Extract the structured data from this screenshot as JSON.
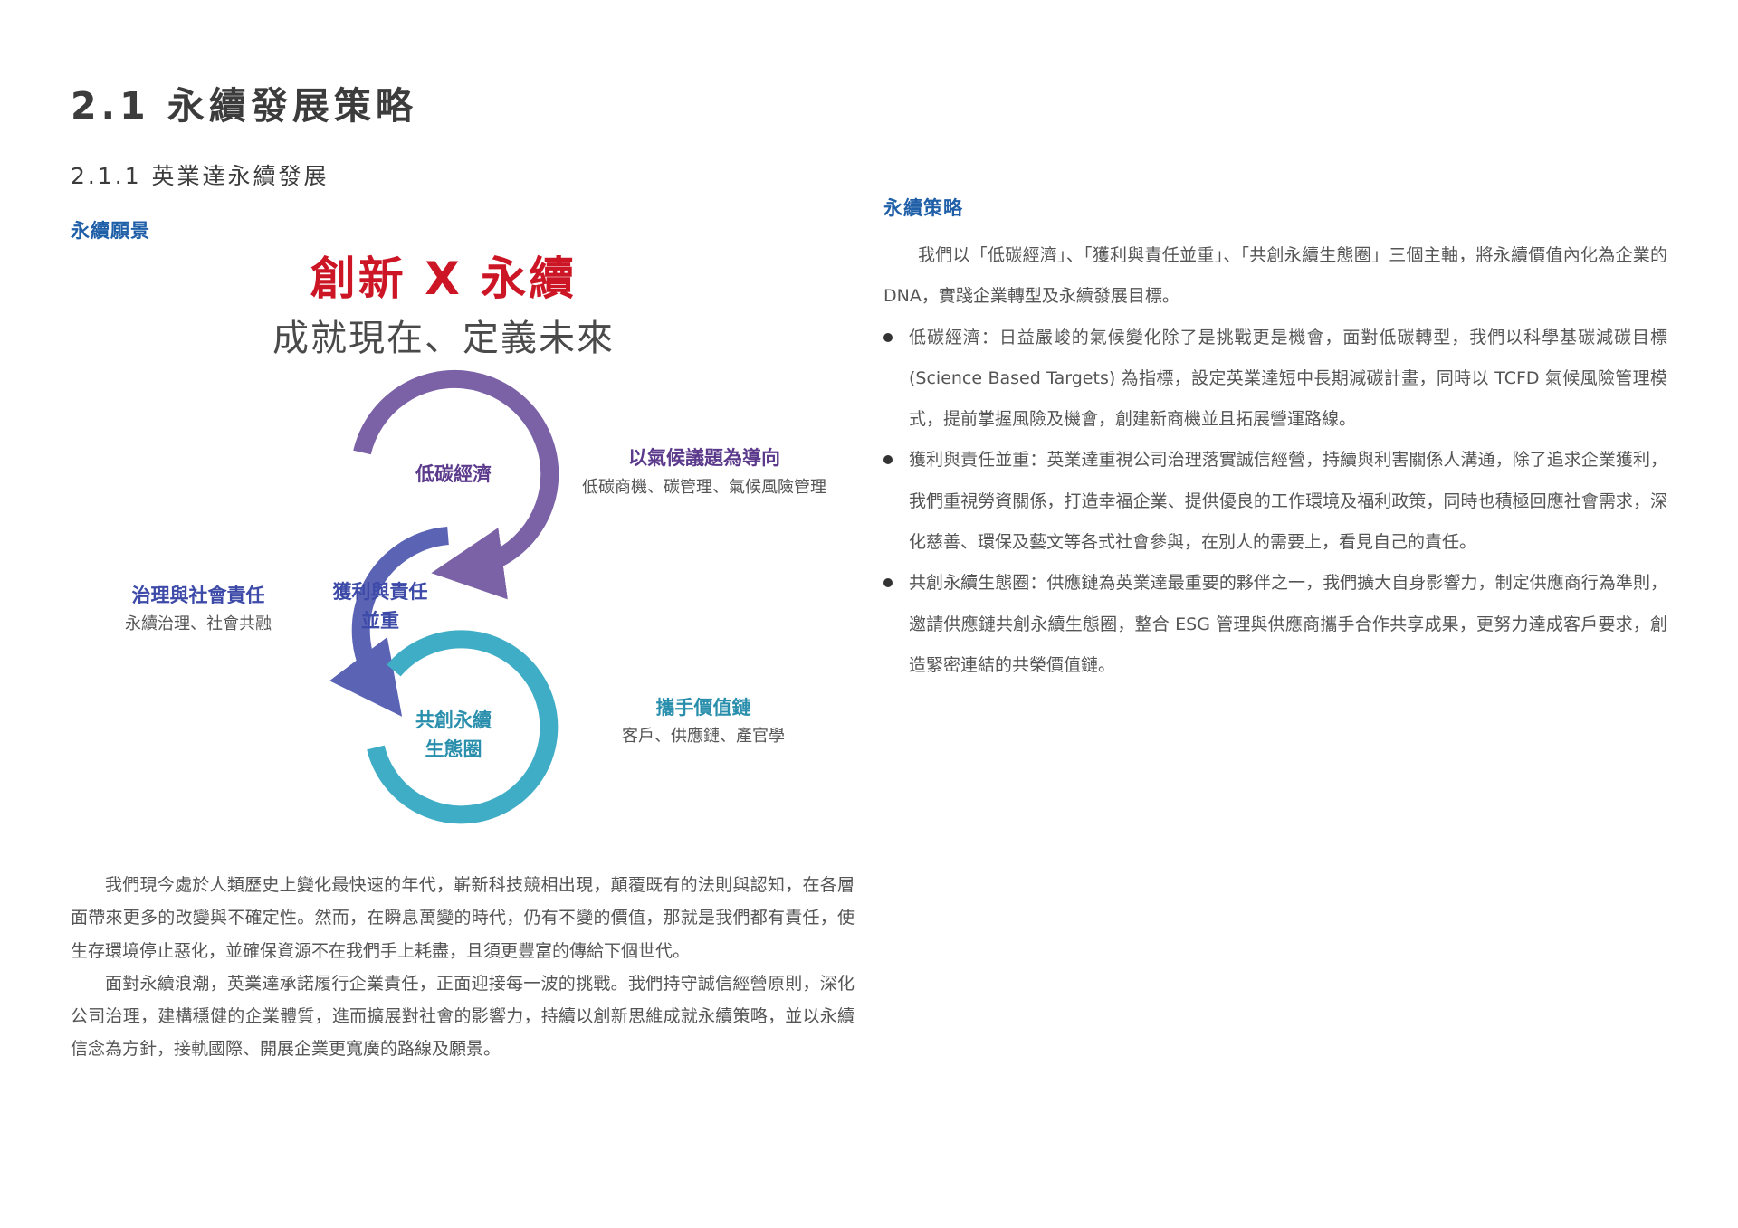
{
  "heading": "2.1 永續發展策略",
  "subheading": "2.1.1 英業達永續發展",
  "vision": {
    "label": "永續願景",
    "slogan_main": "創新 X 永續",
    "slogan_sub": "成就現在、定義未來"
  },
  "diagram": {
    "circle1": "低碳經濟",
    "circle2_line1": "獲利與責任",
    "circle2_line2": "並重",
    "circle3_line1": "共創永續",
    "circle3_line2": "生態圈",
    "note1_title": "以氣候議題為導向",
    "note1_desc": "低碳商機、碳管理、氣候風險管理",
    "note2_title": "治理與社會責任",
    "note2_desc": "永續治理、社會共融",
    "note3_title": "攜手價值鏈",
    "note3_desc": "客戶、供應鏈、產官學",
    "colors": {
      "purple": "#7b62a6",
      "blue": "#5b63b5",
      "teal": "#3fadc6"
    }
  },
  "left_paragraphs": [
    "我們現今處於人類歷史上變化最快速的年代，嶄新科技競相出現，顛覆既有的法則與認知，在各層面帶來更多的改變與不確定性。然而，在瞬息萬變的時代，仍有不變的價值，那就是我們都有責任，使生存環境停止惡化，並確保資源不在我們手上耗盡，且須更豐富的傳給下個世代。",
    "面對永續浪潮，英業達承諾履行企業責任，正面迎接每一波的挑戰。我們持守誠信經營原則，深化公司治理，建構穩健的企業體質，進而擴展對社會的影響力，持續以創新思維成就永續策略，並以永續信念為方針，接軌國際、開展企業更寬廣的路線及願景。"
  ],
  "strategy": {
    "label": "永續策略",
    "intro": "我們以「低碳經濟」、「獲利與責任並重」、「共創永續生態圈」三個主軸，將永續價值內化為企業的 DNA，實踐企業轉型及永續發展目標。",
    "bullets": [
      "低碳經濟：日益嚴峻的氣候變化除了是挑戰更是機會，面對低碳轉型，我們以科學基碳減碳目標 (Science Based Targets) 為指標，設定英業達短中長期減碳計畫，同時以 TCFD 氣候風險管理模式，提前掌握風險及機會，創建新商機並且拓展營運路線。",
      "獲利與責任並重：英業達重視公司治理落實誠信經營，持續與利害關係人溝通，除了追求企業獲利，我們重視勞資關係，打造幸福企業、提供優良的工作環境及福利政策，同時也積極回應社會需求，深化慈善、環保及藝文等各式社會參與，在別人的需要上，看見自己的責任。",
      "共創永續生態圈：供應鏈為英業達最重要的夥伴之一，我們擴大自身影響力，制定供應商行為準則，邀請供應鏈共創永續生態圈，整合 ESG 管理與供應商攜手合作共享成果，更努力達成客戶要求，創造緊密連結的共榮價值鏈。"
    ]
  }
}
